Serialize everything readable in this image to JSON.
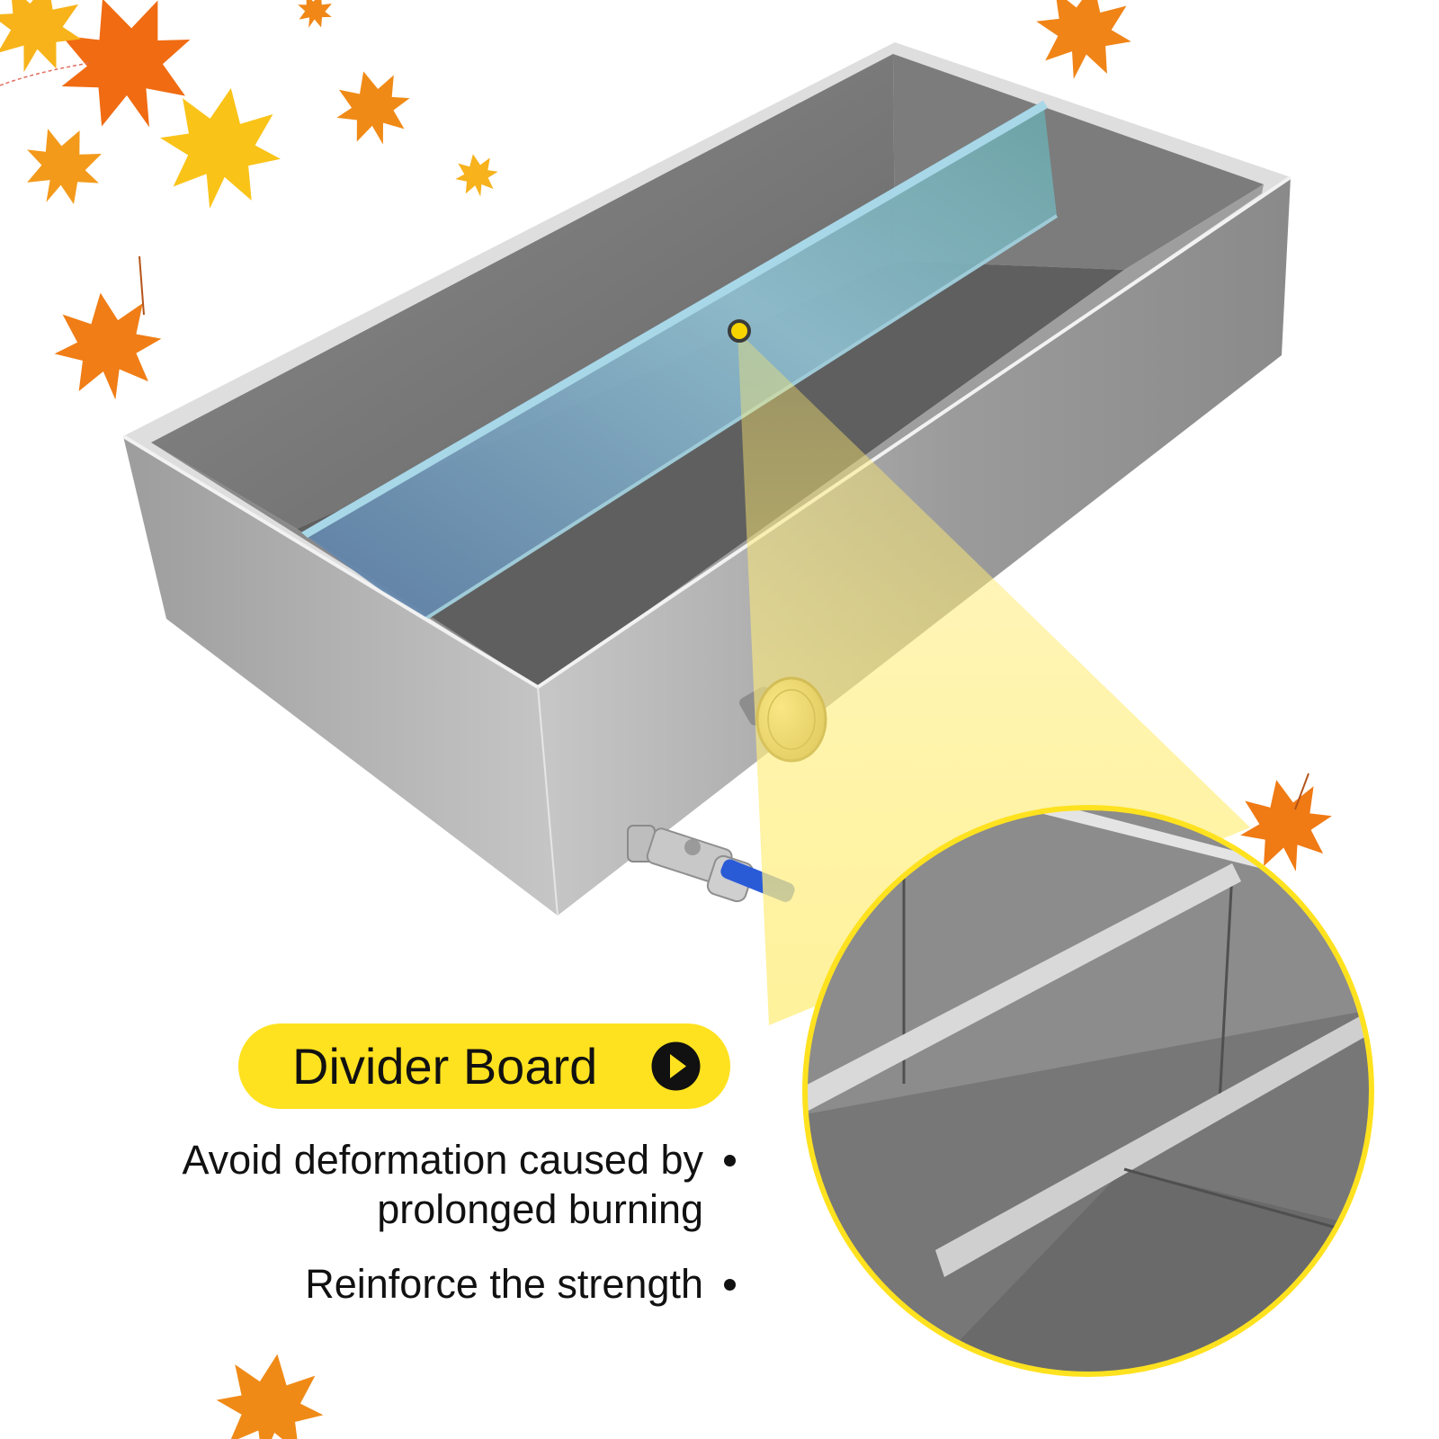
{
  "callout": {
    "title": "Divider Board",
    "arrow_icon": "play-arrow-icon"
  },
  "features": [
    "Avoid deformation caused by\nprolonged burning",
    "Reinforce the strength"
  ],
  "colors": {
    "accent": "#FFE21F",
    "steel": "#9A9A9A",
    "divider_glass": "#7FB5C9",
    "leaf_orange": "#F07A14",
    "leaf_yellow": "#F6C21A",
    "valve_handle": "#2A5BD7",
    "thermometer": "#C9A83B"
  }
}
